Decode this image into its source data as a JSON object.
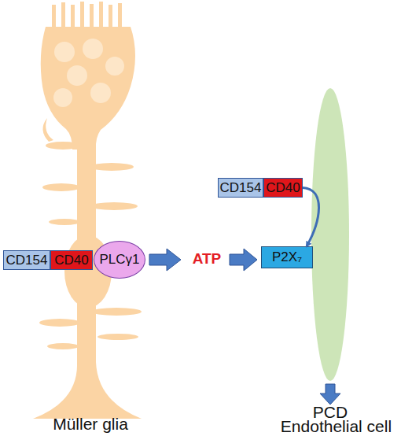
{
  "diagram": {
    "nodes": [
      {
        "text": [
          "Müller glia"
        ]
      },
      {
        "text": [
          "CD154"
        ]
      },
      {
        "text": [
          "CD40"
        ],
        "in": 0
      },
      {
        "text": [
          "PLCγ1"
        ],
        "in": 0
      },
      {
        "text": [
          "CD154"
        ]
      },
      {
        "text": [
          "CD40"
        ]
      },
      {
        "text": [
          "P2X₇"
        ]
      }
    ],
    "edges": [
      {
        "from": 5,
        "to": 6,
        "arrow": "to"
      }
    ],
    "labels": [
      "ATP",
      "PCD",
      "Endothelial cell"
    ]
  }
}
